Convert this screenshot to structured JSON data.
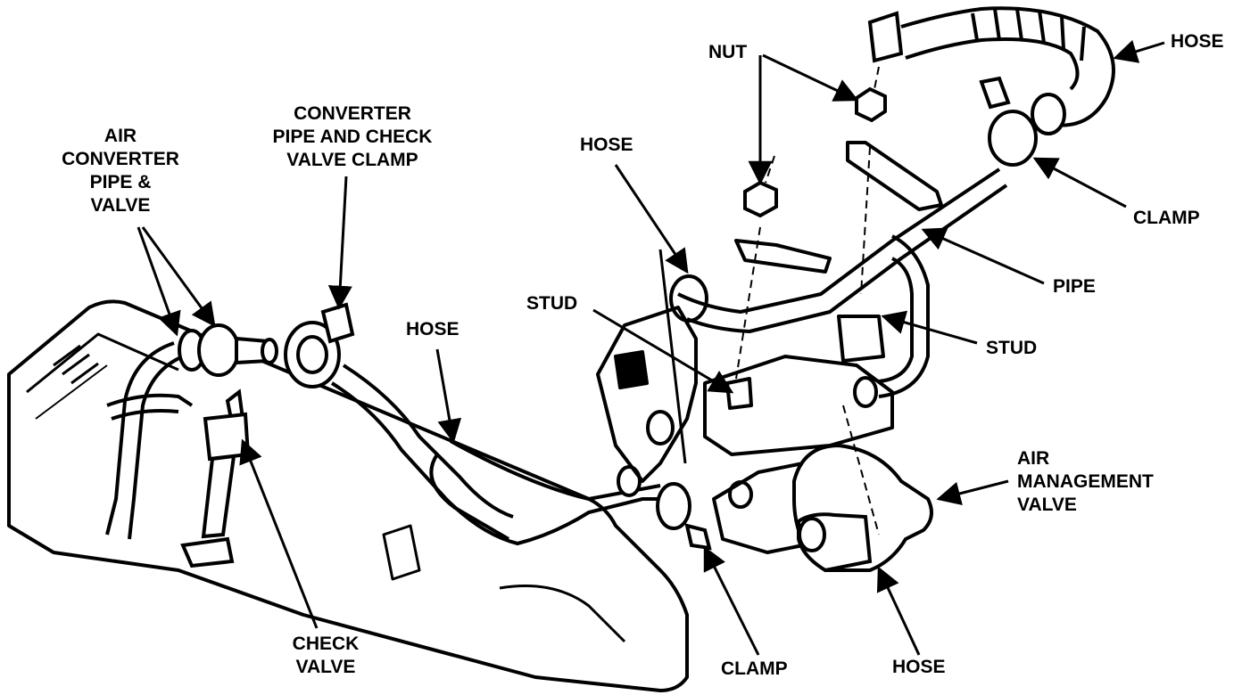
{
  "labels": {
    "air_converter": [
      "AIR",
      "CONVERTER",
      "PIPE &",
      "VALVE"
    ],
    "converter_clamp": [
      "CONVERTER",
      "PIPE AND CHECK",
      "VALVE CLAMP"
    ],
    "nut": "NUT",
    "hose_top_right": "HOSE",
    "hose_upper": "HOSE",
    "clamp_right": "CLAMP",
    "pipe": "PIPE",
    "stud_left": "STUD",
    "stud_right": "STUD",
    "hose_middle": "HOSE",
    "air_management": [
      "AIR",
      "MANAGEMENT",
      "VALVE"
    ],
    "check_valve": [
      "CHECK",
      "VALVE"
    ],
    "clamp_bottom": "CLAMP",
    "hose_bottom": "HOSE"
  },
  "colors": {
    "ink": "#000000",
    "paper": "#ffffff"
  }
}
